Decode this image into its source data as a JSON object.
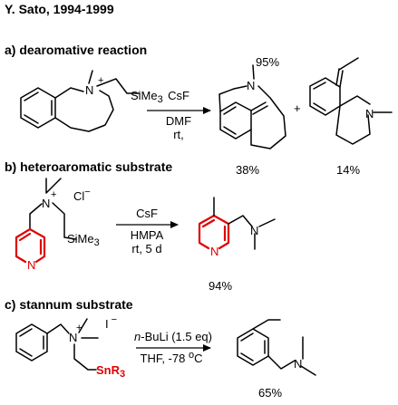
{
  "title": "Y. Sato, 1994-1999",
  "colors": {
    "highlight": "#e00000",
    "ink": "#000000",
    "background": "#ffffff"
  },
  "sections": {
    "a": {
      "heading": "a) dearomative reaction",
      "sm_n": "N",
      "sm_plus": "+",
      "sm_tms": "SiMe",
      "sm_tms_sub": "3",
      "reagent": "CsF",
      "solvent": "DMF",
      "cond": "rt,",
      "p1_n": "N",
      "p1_pct": "95%",
      "plus": "+",
      "p2_n": "N",
      "yield1": "38%",
      "yield2": "14%"
    },
    "b": {
      "heading": "b) heteroaromatic substrate",
      "sm_n": "N",
      "sm_plus": "+",
      "sm_cl": "Cl",
      "sm_cl_charge": "−",
      "sm_tms": "SiMe",
      "sm_tms_sub": "3",
      "sm_py_n": "N",
      "reagent": "CsF",
      "solvent": "HMPA",
      "cond": "rt, 5 d",
      "p_n": "N",
      "p_py_n": "N",
      "yield": "94%"
    },
    "c": {
      "heading": "c) stannum substrate",
      "sm_n": "N",
      "sm_plus": "+",
      "sm_i": "I",
      "sm_i_charge": "−",
      "sm_sn": "SnR",
      "sm_sn_sub": "3",
      "reagent_italic": "n",
      "reagent_rest": "-BuLi (1.5 eq)",
      "cond_pre": "THF, -78 ",
      "cond_deg": "o",
      "cond_unit": "C",
      "p_n": "N",
      "yield": "65%"
    }
  }
}
